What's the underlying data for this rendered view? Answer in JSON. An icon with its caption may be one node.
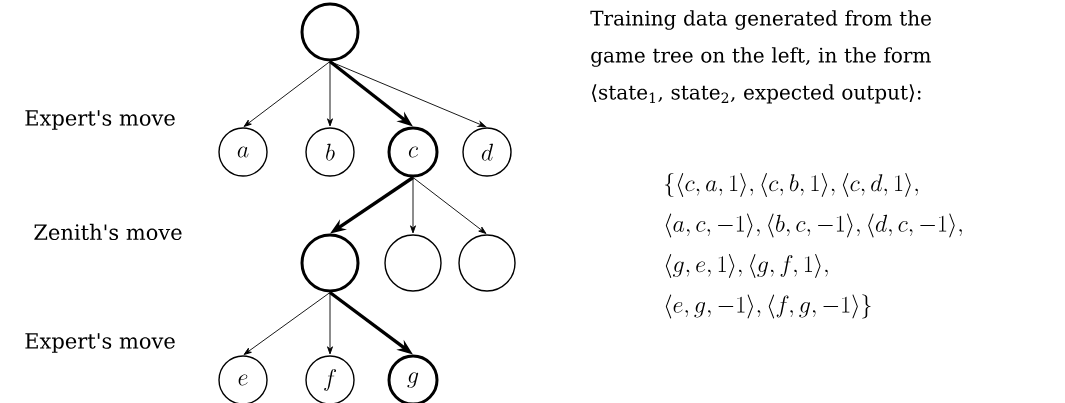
{
  "diagram": {
    "nodes": [
      {
        "text": [],
        "shape": "circle"
      },
      {
        "text": [
          "a"
        ]
      },
      {
        "text": [
          "b"
        ]
      },
      {
        "text": [
          "c"
        ]
      },
      {
        "text": [
          "d"
        ]
      },
      {
        "text": [],
        "shape": "circle"
      },
      {
        "text": [],
        "shape": "circle"
      },
      {
        "text": [],
        "shape": "circle"
      },
      {
        "text": [
          "e"
        ]
      },
      {
        "text": [
          "f"
        ]
      },
      {
        "text": [
          "g"
        ]
      }
    ],
    "edges": [
      {
        "from": 0,
        "to": 1,
        "arrow": "to"
      },
      {
        "from": 0,
        "to": 2,
        "arrow": "to"
      },
      {
        "from": 0,
        "to": 3,
        "arrow": "to",
        "style": "thick"
      },
      {
        "from": 0,
        "to": 4,
        "arrow": "to"
      },
      {
        "from": 3,
        "to": 5,
        "arrow": "to",
        "style": "thick"
      },
      {
        "from": 3,
        "to": 6,
        "arrow": "to"
      },
      {
        "from": 3,
        "to": 7,
        "arrow": "to"
      },
      {
        "from": 5,
        "to": 8,
        "arrow": "to"
      },
      {
        "from": 5,
        "to": 9,
        "arrow": "to"
      },
      {
        "from": 5,
        "to": 10,
        "arrow": "to",
        "style": "thick"
      }
    ],
    "labels": [
      "Expert's move",
      "Zenith's move",
      "Expert's move",
      "Training data generated from the game tree on the left, in the form ⟨state$_{1}$, state$_{2}$, expected output⟩:",
      "\\{\\langle c, a, 1\\rangle, \\langle c, b, 1\\rangle, \\langle c, d, 1\\rangle,",
      "\\langle a, c, -1\\rangle, \\langle b, c, -1\\rangle, \\langle d, c, -1\\rangle,",
      "\\langle g, e, 1\\rangle, \\langle g, f, 1\\rangle,",
      "\\langle e, g, -1\\rangle, \\langle f, g, -1\\rangle\\}"
    ]
  }
}
